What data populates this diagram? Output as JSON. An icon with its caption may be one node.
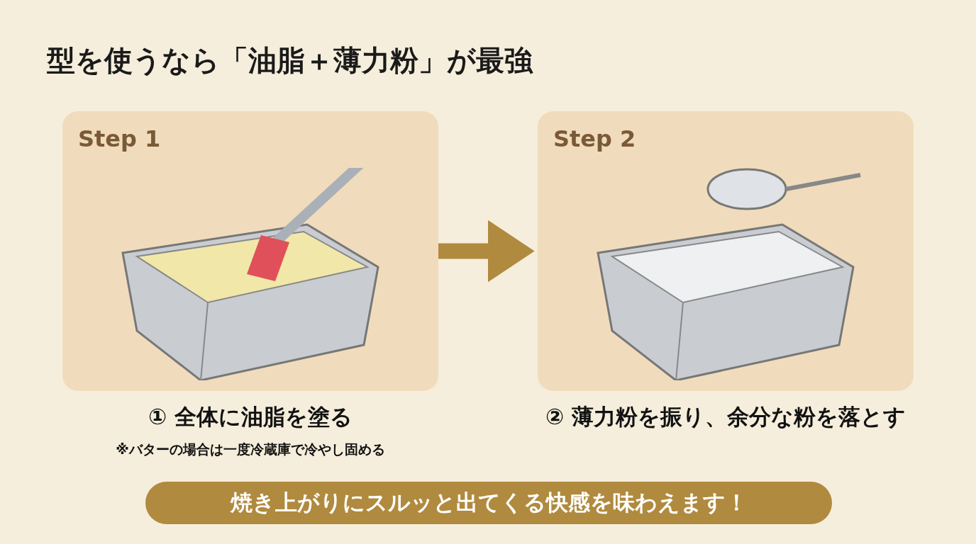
{
  "diagram": {
    "title": "型を使うなら「油脂＋薄力粉」が最強",
    "nodes": [
      {
        "text": [
          "Step 1"
        ],
        "beside": [
          "① 全体に油脂を塗る",
          "※バターの場合は一度冷蔵庫で冷やし固める"
        ]
      },
      {
        "text": [
          "Step 2"
        ],
        "beside": [
          "② 薄力粉を振り、余分な粉を落とす"
        ]
      },
      {
        "text": [
          "焼き上がりにスルッと出てくる快感を味わえます！"
        ]
      }
    ],
    "edges": [
      {
        "from": 0,
        "to": 1,
        "arrow": "to"
      }
    ]
  }
}
